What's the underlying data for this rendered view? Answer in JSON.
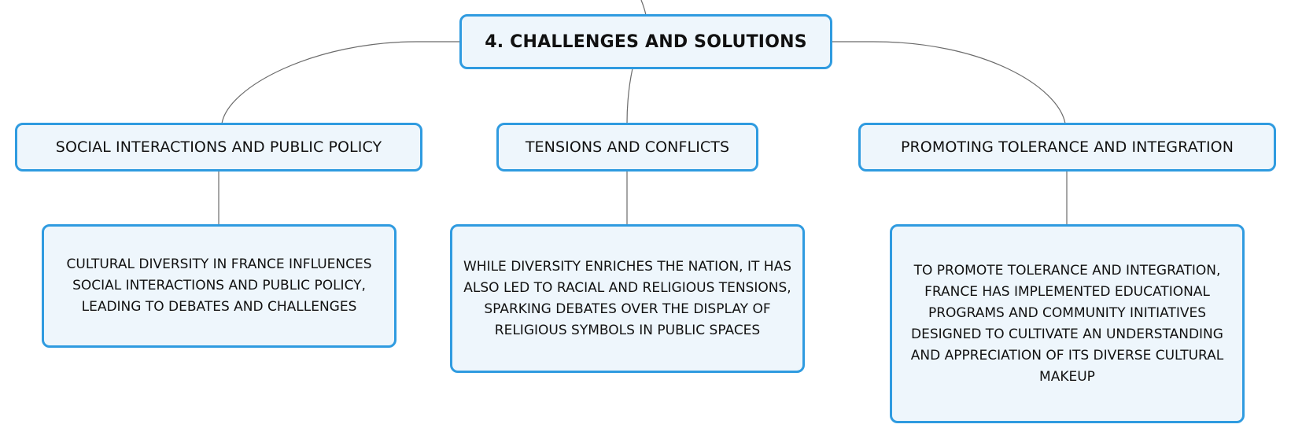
{
  "root": {
    "title": "4. CHALLENGES AND SOLUTIONS"
  },
  "topics": [
    {
      "title": "SOCIAL INTERACTIONS AND PUBLIC POLICY",
      "detail": "CULTURAL DIVERSITY IN FRANCE INFLUENCES SOCIAL INTERACTIONS AND PUBLIC POLICY, LEADING TO DEBATES AND CHALLENGES"
    },
    {
      "title": "TENSIONS AND CONFLICTS",
      "detail": "WHILE DIVERSITY ENRICHES THE NATION, IT HAS ALSO LED TO RACIAL AND RELIGIOUS TENSIONS, SPARKING DEBATES OVER THE DISPLAY OF RELIGIOUS SYMBOLS IN PUBLIC SPACES"
    },
    {
      "title": "PROMOTING TOLERANCE AND INTEGRATION",
      "detail": "TO PROMOTE TOLERANCE AND INTEGRATION, FRANCE HAS IMPLEMENTED EDUCATIONAL PROGRAMS AND COMMUNITY INITIATIVES DESIGNED TO CULTIVATE AN UNDERSTANDING AND APPRECIATION OF ITS DIVERSE CULTURAL MAKEUP"
    }
  ],
  "colors": {
    "node_border": "#2f9be0",
    "node_fill": "#eef6fc",
    "connector": "#6b6b6b"
  }
}
